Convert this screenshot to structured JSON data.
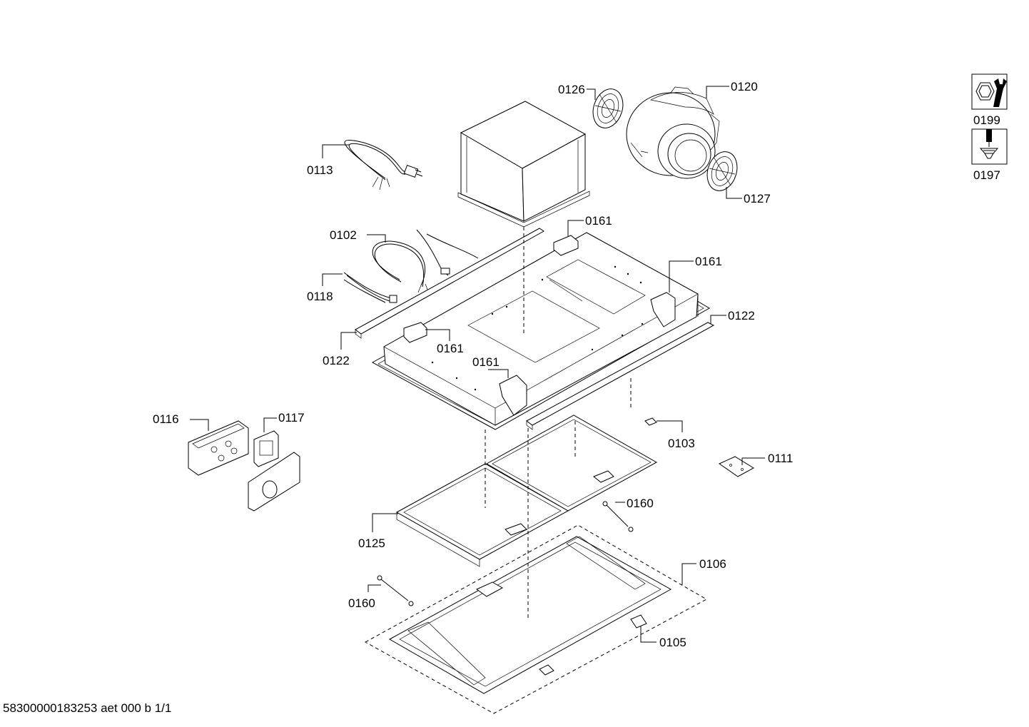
{
  "diagram": {
    "footer": "58300000183253 aet 000 b 1/1",
    "callouts": {
      "c0126": "0126",
      "c0120": "0120",
      "c0113": "0113",
      "c0127": "0127",
      "c0102": "0102",
      "c0161a": "0161",
      "c0161b": "0161",
      "c0161c": "0161",
      "c0161d": "0161",
      "c0118": "0118",
      "c0122a": "0122",
      "c0122b": "0122",
      "c0116": "0116",
      "c0117": "0117",
      "c0103": "0103",
      "c0111": "0111",
      "c0160a": "0160",
      "c0160b": "0160",
      "c0125": "0125",
      "c0106": "0106",
      "c0105": "0105"
    },
    "tool_icons": {
      "wrench": {
        "code": "0199",
        "icon": "wrench-nut-icon"
      },
      "screw": {
        "code": "0197",
        "icon": "screwdriver-screw-icon"
      }
    }
  }
}
